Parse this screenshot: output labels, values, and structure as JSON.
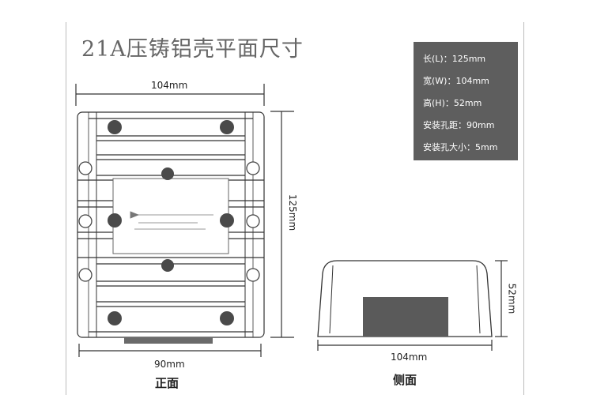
{
  "title": "21A压铸铝壳平面尺寸",
  "specs": {
    "length": "长(L)：125mm",
    "width": "宽(W)：104mm",
    "height": "高(H)：52mm",
    "hole_pitch": "安装孔距：90mm",
    "hole_size": "安装孔大小：5mm"
  },
  "front_view": {
    "width_label": "104mm",
    "height_label": "125mm",
    "hole_label": "90mm",
    "caption": "正面"
  },
  "side_view": {
    "width_label": "104mm",
    "height_label": "52mm",
    "caption": "侧面"
  },
  "colors": {
    "line": "#333333",
    "dot": "#4a4a4a",
    "spec_bg": "#5e5e5e",
    "port": "#5a5a5a"
  }
}
